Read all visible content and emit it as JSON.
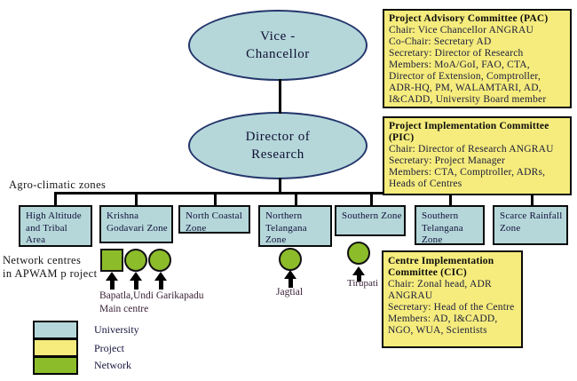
{
  "diagram": {
    "nodes": {
      "vice_chancellor": {
        "line1": "Vice -",
        "line2": "Chancellor"
      },
      "director_of_research": {
        "line1": "Director of",
        "line2": "Research"
      }
    },
    "side_labels": {
      "agro_climatic_zones": "Agro-climatic zones",
      "network_centres_line1": "Network centres",
      "network_centres_line2": "in APWAM p roject"
    },
    "zones": [
      {
        "label": "High Altitude and Tribal Area"
      },
      {
        "label": "Krishna Godavari Zone"
      },
      {
        "label": "North Coastal Zone"
      },
      {
        "label": "Northern Telangana Zone"
      },
      {
        "label": "Southern Zone"
      },
      {
        "label": "Southern Telangana Zone"
      },
      {
        "label": "Scarce Rainfall Zone"
      }
    ],
    "committees": {
      "pac": {
        "title": "Project Advisory Committee (PAC)",
        "lines": [
          "Chair: Vice Chancellor ANGRAU",
          "Co-Chair: Secretary AD",
          "Secretary: Director of Research",
          "Members: MoA/GoI, FAO, CTA,",
          "Director of Extension, Comptroller,",
          "ADR-HQ, PM, WALAMTARI, AD,",
          "I&CADD, University Board member"
        ]
      },
      "pic": {
        "title": "Project Implementation Committee (PIC)",
        "lines": [
          "Chair: Director of Research ANGRAU",
          "Secretary: Project Manager",
          "Members: CTA, Comptroller, ADRs,",
          "Heads of Centres"
        ]
      },
      "cic": {
        "title": "Centre Implementation Committee (CIC)",
        "lines": [
          "Chair: Zonal head, ADR",
          "ANGRAU",
          "Secretary: Head of the Centre",
          "Members: AD, I&CADD,",
          "NGO, WUA, Scientists"
        ]
      }
    },
    "network_centres": {
      "krishna_godavari_label_line1": "Bapatla,Undi Garikapadu",
      "krishna_godavari_label_line2": "Main centre",
      "jagtial_label": "Jagtial",
      "tirupati_label": "Tirupati"
    },
    "legend": [
      {
        "label": "University",
        "color": "#b5d7da"
      },
      {
        "label": "Project",
        "color": "#f5ec7d"
      },
      {
        "label": "Network",
        "color": "#8cbc2a"
      }
    ],
    "colors": {
      "university_fill": "#b5d7da",
      "project_fill": "#f5ec7d",
      "network_fill": "#8cbc2a",
      "line": "#000000"
    }
  }
}
